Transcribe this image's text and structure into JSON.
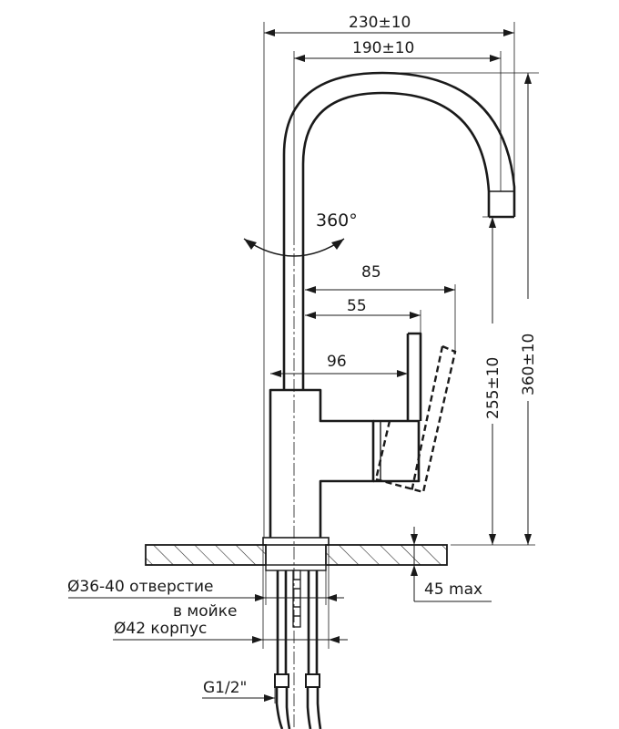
{
  "dimensions": {
    "overall_width": "230±10",
    "spout_reach": "190±10",
    "rotation": "360°",
    "lever_reach_outer": "85",
    "lever_reach_inner": "55",
    "body_width": "96",
    "spout_height": "255±10",
    "overall_height": "360±10",
    "sink_thickness": "45 max",
    "hole_line1": "Ø36-40 отверстие",
    "hole_line2": "в мойке",
    "body_diameter": "Ø42 корпус",
    "thread": "G1/2\""
  }
}
